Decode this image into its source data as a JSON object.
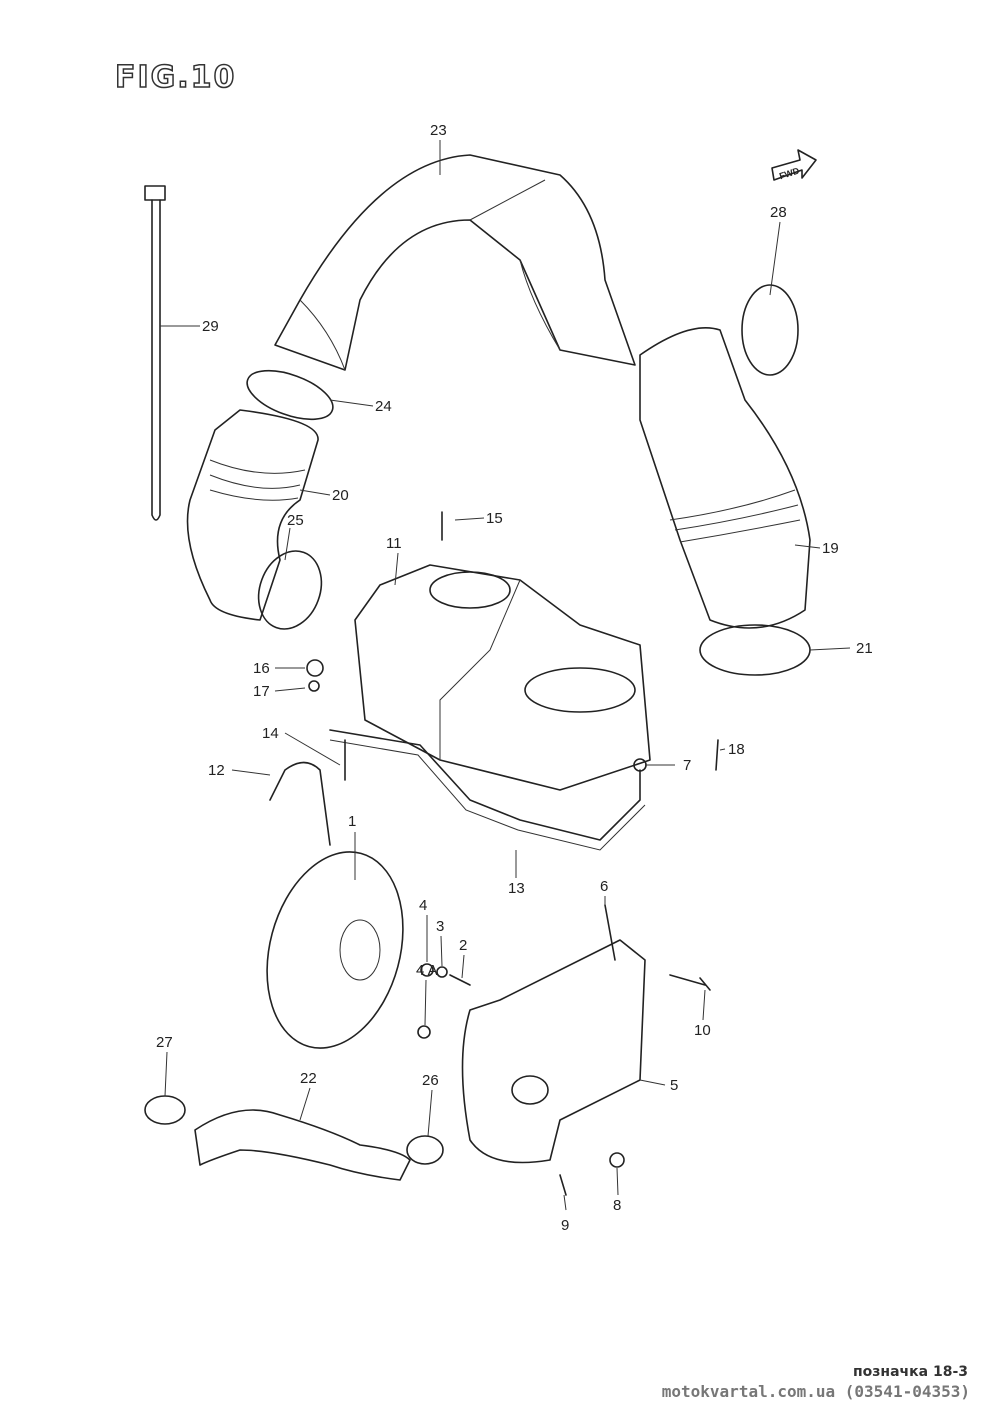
{
  "figure": {
    "title": "FIG.10",
    "fwd_label": "FWD"
  },
  "parts": [
    "1",
    "2",
    "3",
    "4",
    "4 A",
    "5",
    "6",
    "7",
    "8",
    "9",
    "10",
    "11",
    "12",
    "13",
    "14",
    "15",
    "16",
    "17",
    "18",
    "19",
    "20",
    "21",
    "22",
    "23",
    "24",
    "25",
    "26",
    "27",
    "28",
    "29"
  ],
  "footer": {
    "reference": "позначка 18-3",
    "site": "motokvartal.com.ua (03541-04353)"
  }
}
